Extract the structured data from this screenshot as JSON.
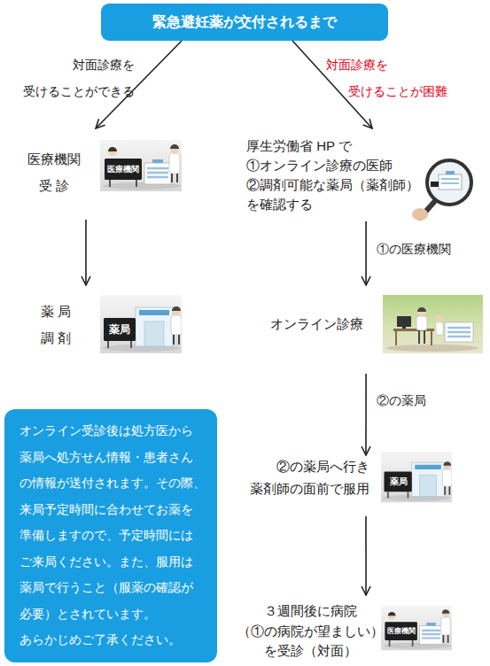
{
  "diagram": {
    "nodes": [
      {
        "text": [
          "緊急避妊薬が交付されるまで"
        ]
      },
      {
        "text": [
          "医療機関 受 診"
        ]
      },
      {
        "text": [
          "厚生労働省 HP で ①オンライン診療の医師 ②調剤可能な薬局（薬剤師） を確認する"
        ]
      },
      {
        "text": [
          "薬 局 調 剤"
        ]
      },
      {
        "text": [
          "オンライン診療"
        ]
      },
      {
        "text": [
          "オンライン受診後は処方医から 薬局へ処方せん情報・患者さん の情報が送付されます。その際、 来局予定時間に合わせてお薬を 準備しますので、予定時間には ご来局ください。また、服用は 薬局で行うこと（服薬の確認が 必要）とされています。 あらかじめご了承ください。"
        ]
      },
      {
        "text": [
          "②の薬局へ行き 薬剤師の面前で服用"
        ]
      },
      {
        "text": [
          "３週間後に病院 （①の病院が望ましい） を受診（対面）"
        ]
      }
    ],
    "edges": [
      {
        "from": 0,
        "to": 1,
        "arrow": "to",
        "label": "対面診療を 受けることができる"
      },
      {
        "from": 0,
        "to": 2,
        "arrow": "to",
        "label": "対面診療を 受けることが困難"
      },
      {
        "from": 1,
        "to": 3,
        "arrow": "to"
      },
      {
        "from": 2,
        "to": 4,
        "arrow": "to",
        "label": "①の医療機関"
      },
      {
        "from": 4,
        "to": 6,
        "arrow": "to",
        "label": "②の薬局"
      },
      {
        "from": 6,
        "to": 7,
        "arrow": "to"
      }
    ],
    "labels": [
      "医療機関",
      "薬局",
      "薬局",
      "医療機関"
    ]
  }
}
